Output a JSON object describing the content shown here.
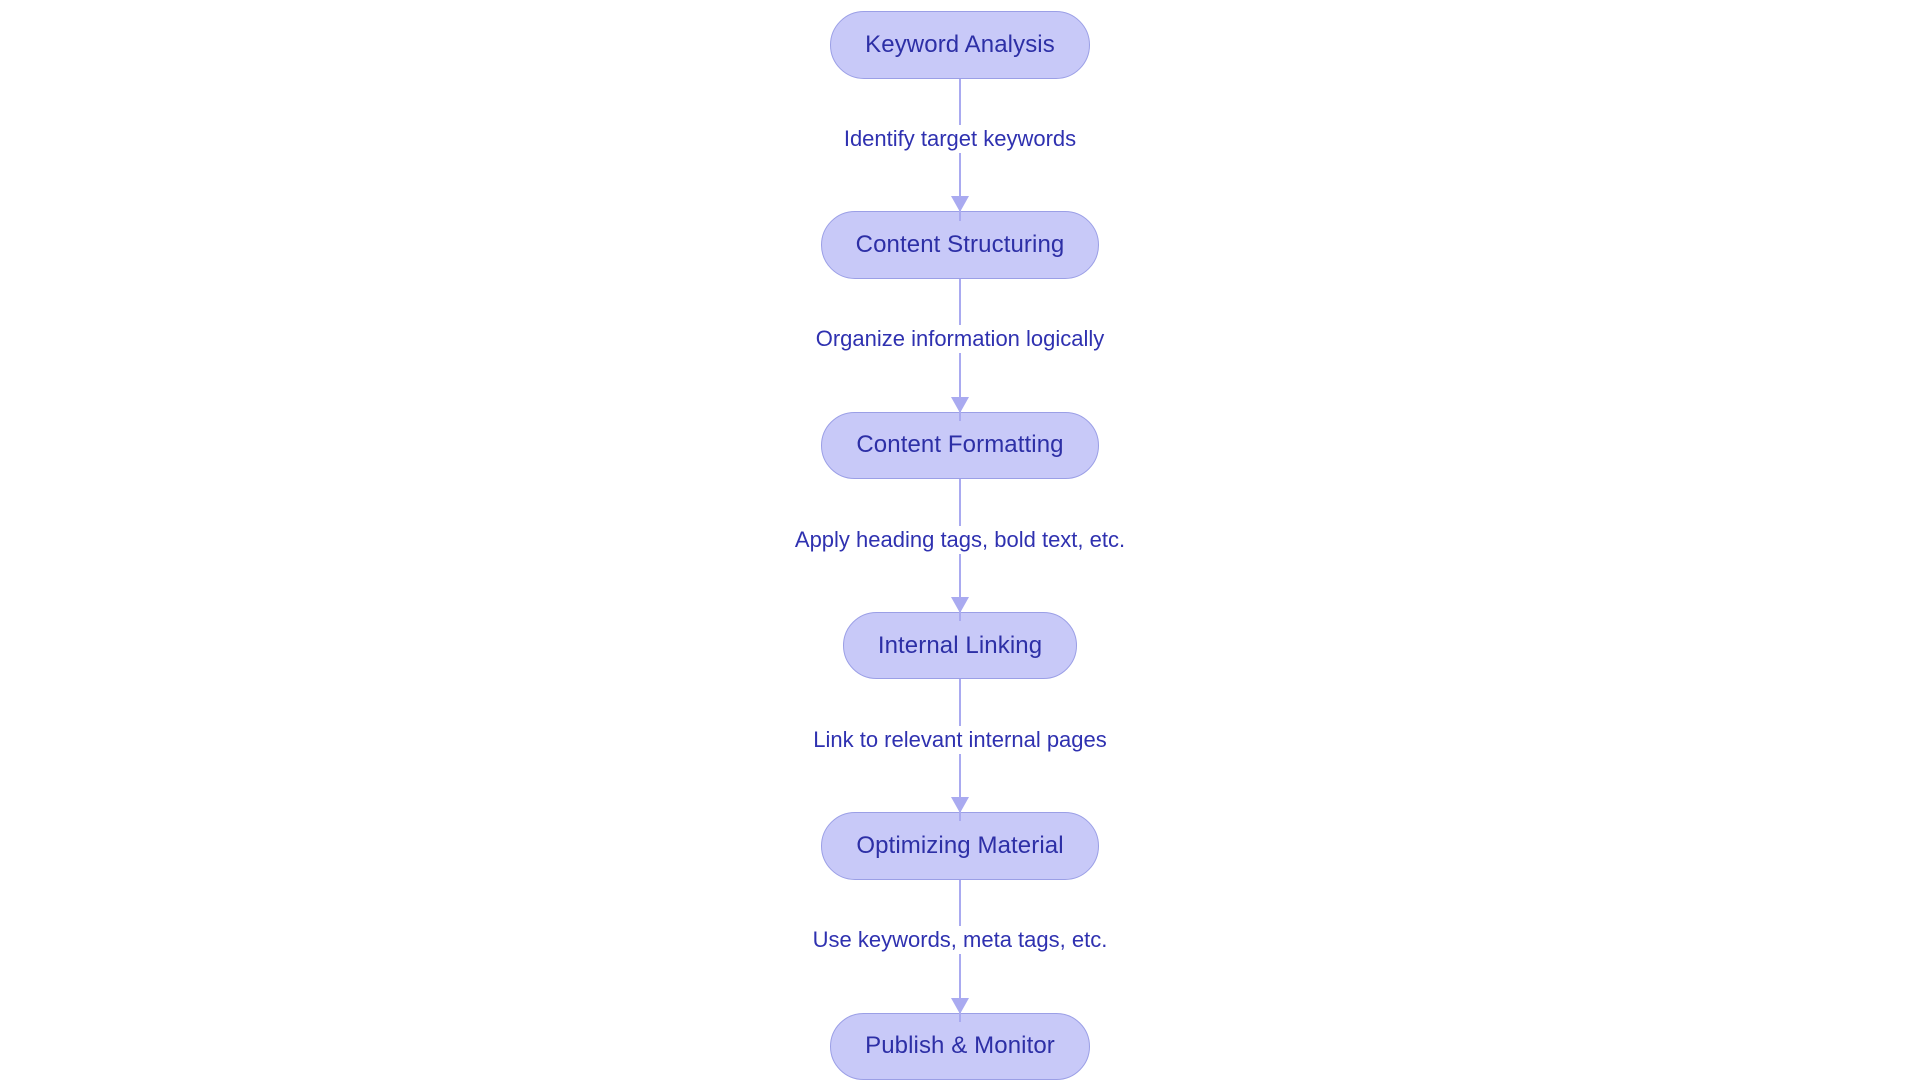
{
  "diagram": {
    "type": "flowchart",
    "orientation": "top-to-bottom",
    "title": "",
    "colors": {
      "node_fill": "#c8c9f8",
      "node_border": "#9b9fe6",
      "node_text": "#2d2fa6",
      "edge_line": "#a9aaf0",
      "edge_label_text": "#2f31b0",
      "background": "#ffffff"
    },
    "nodes": [
      {
        "id": "keyword-analysis",
        "label": "Keyword Analysis"
      },
      {
        "id": "content-structuring",
        "label": "Content Structuring"
      },
      {
        "id": "content-formatting",
        "label": "Content Formatting"
      },
      {
        "id": "internal-linking",
        "label": "Internal Linking"
      },
      {
        "id": "optimizing-material",
        "label": "Optimizing Material"
      },
      {
        "id": "publish-monitor",
        "label": "Publish & Monitor"
      }
    ],
    "edges": [
      {
        "from": "keyword-analysis",
        "to": "content-structuring",
        "label": "Identify target keywords"
      },
      {
        "from": "content-structuring",
        "to": "content-formatting",
        "label": "Organize information logically"
      },
      {
        "from": "content-formatting",
        "to": "internal-linking",
        "label": "Apply heading tags, bold text, etc."
      },
      {
        "from": "internal-linking",
        "to": "optimizing-material",
        "label": "Link to relevant internal pages"
      },
      {
        "from": "optimizing-material",
        "to": "publish-monitor",
        "label": "Use keywords, meta tags, etc."
      }
    ]
  }
}
